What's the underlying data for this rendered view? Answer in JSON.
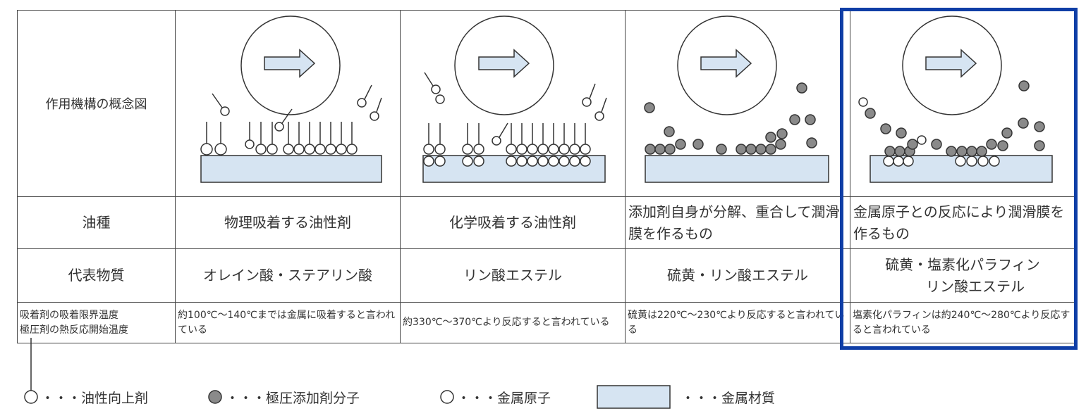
{
  "table": {
    "rows": [
      {
        "header": "作用機構の概念図"
      },
      {
        "header": "油種",
        "cells": [
          "物理吸着する油性剤",
          "化学吸着する油性剤",
          "添加剤自身が分解、重合して潤滑膜を作るもの",
          "金属原子との反応により潤滑膜を作るもの"
        ]
      },
      {
        "header": "代表物質",
        "cells": [
          "オレイン酸・ステアリン酸",
          "リン酸エステル",
          "硫黄・リン酸エステル",
          "硫黄・塩素化パラフィン",
          "リン酸エステル"
        ]
      },
      {
        "header": "吸着剤の吸着限界温度",
        "header2": "極圧剤の熱反応開始温度",
        "cells": [
          "約100℃～140℃までは金属に吸着すると言われている",
          "約330℃～370℃より反応すると言われている",
          "硫黄は220℃～230℃より反応すると言われている",
          "塩素化パラフィンは約240℃～280℃より反応すると言われている"
        ]
      }
    ]
  },
  "legend": {
    "oiliness_agent": "・・・油性向上剤",
    "ep_additive": "・・・極圧添加剤分子",
    "metal_atom": "・・・金属原子",
    "metal_material": "・・・金属材質"
  },
  "colors": {
    "highlight_border": "#0f3ea6",
    "metal_fill": "#d6e4f2",
    "ep_molecule_fill": "#8a8a8a",
    "arrow_fill": "#d6e4f2"
  }
}
